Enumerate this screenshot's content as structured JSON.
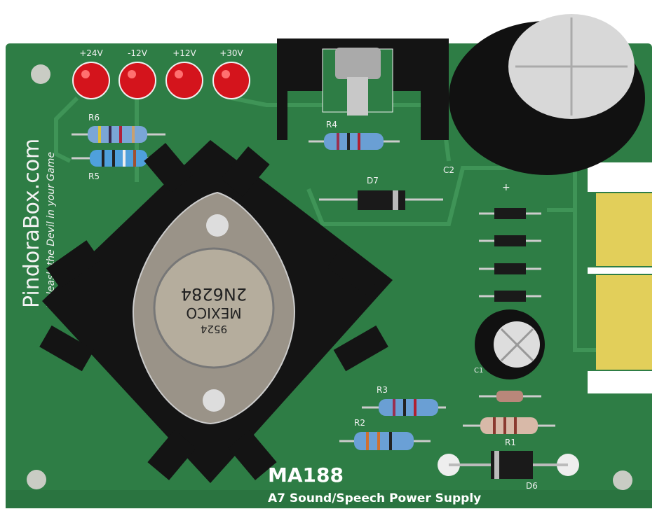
{
  "board": {
    "title": "MA188",
    "subtitle": "A7 Sound/Speech Power Supply",
    "brand": "PindoraBox.com",
    "tagline": "Unleash the Devil in your Game",
    "colors": {
      "pcb": "#2e7d45",
      "led": "#d4141c",
      "gold": "#e2cf5a",
      "heatsink": "#141414"
    }
  },
  "leds": [
    {
      "label": "+24V"
    },
    {
      "label": "-12V"
    },
    {
      "label": "+12V"
    },
    {
      "label": "+30V"
    }
  ],
  "components": {
    "r6": "R6",
    "r5": "R5",
    "r4": "R4",
    "d7": "D7",
    "c2": "C2",
    "c1": "C1",
    "r3": "R3",
    "r2": "R2",
    "r1": "R1",
    "d6": "D6",
    "c2_plus": "+"
  },
  "transistor": {
    "part": "2N6284",
    "origin": "MEXICO",
    "code": "9524"
  }
}
